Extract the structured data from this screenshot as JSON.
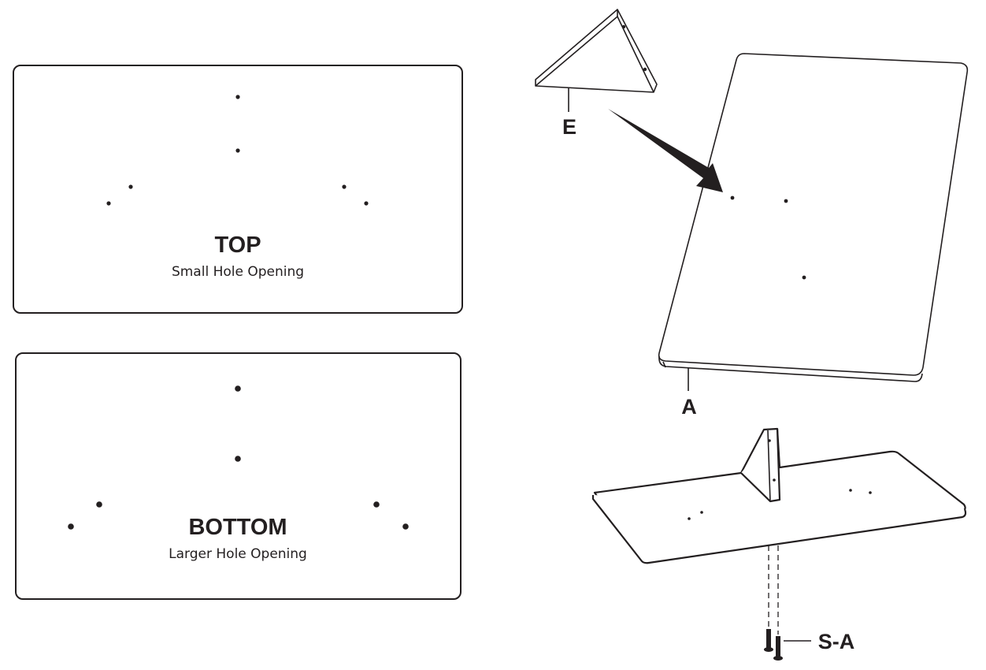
{
  "top_panel": {
    "title": "TOP",
    "subtitle": "Small Hole Opening"
  },
  "bottom_panel": {
    "title": "BOTTOM",
    "subtitle": "Larger Hole Opening"
  },
  "part_labels": {
    "bracket": "E",
    "tabletop": "A",
    "screws": "S-A"
  },
  "colors": {
    "ink": "#231f20",
    "background": "#ffffff"
  }
}
